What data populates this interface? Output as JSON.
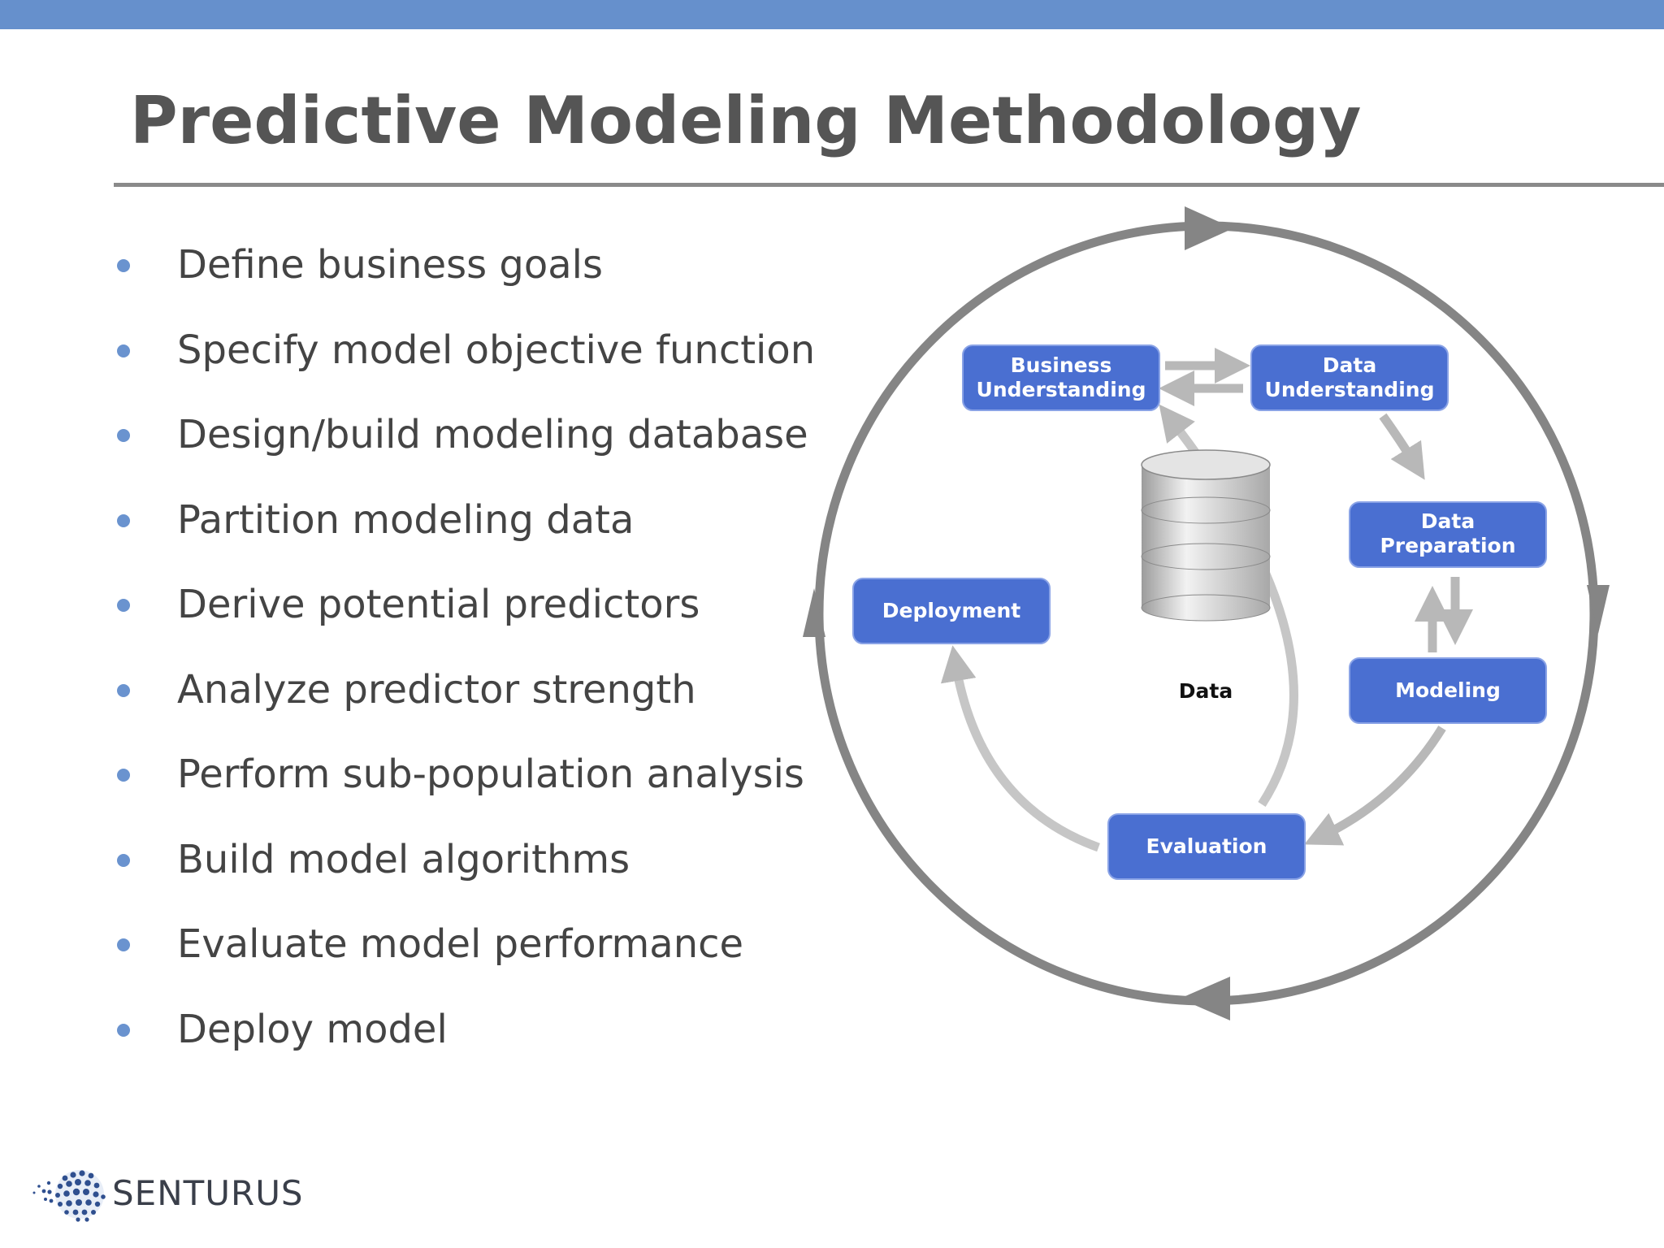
{
  "slide": {
    "title": "Predictive Modeling Methodology",
    "accent_color": "#6690cc",
    "bullets": [
      "Define business goals",
      "Specify model objective function",
      "Design/build modeling database",
      "Partition modeling data",
      "Derive potential predictors",
      "Analyze predictor strength",
      "Perform sub-population analysis",
      "Build model algorithms",
      "Evaluate model performance",
      "Deploy model"
    ]
  },
  "diagram": {
    "step_color": "#4a6fd1",
    "arrow_color": "#9a9a9a",
    "steps": {
      "business_understanding": [
        "Business",
        "Understanding"
      ],
      "data_understanding": [
        "Data",
        "Understanding"
      ],
      "data_preparation": [
        "Data",
        "Preparation"
      ],
      "modeling": "Modeling",
      "evaluation": "Evaluation",
      "deployment": "Deployment"
    },
    "center_label": "Data"
  },
  "footer": {
    "logo_text": "SENTURUS",
    "logo_icon": "globe-icon"
  }
}
